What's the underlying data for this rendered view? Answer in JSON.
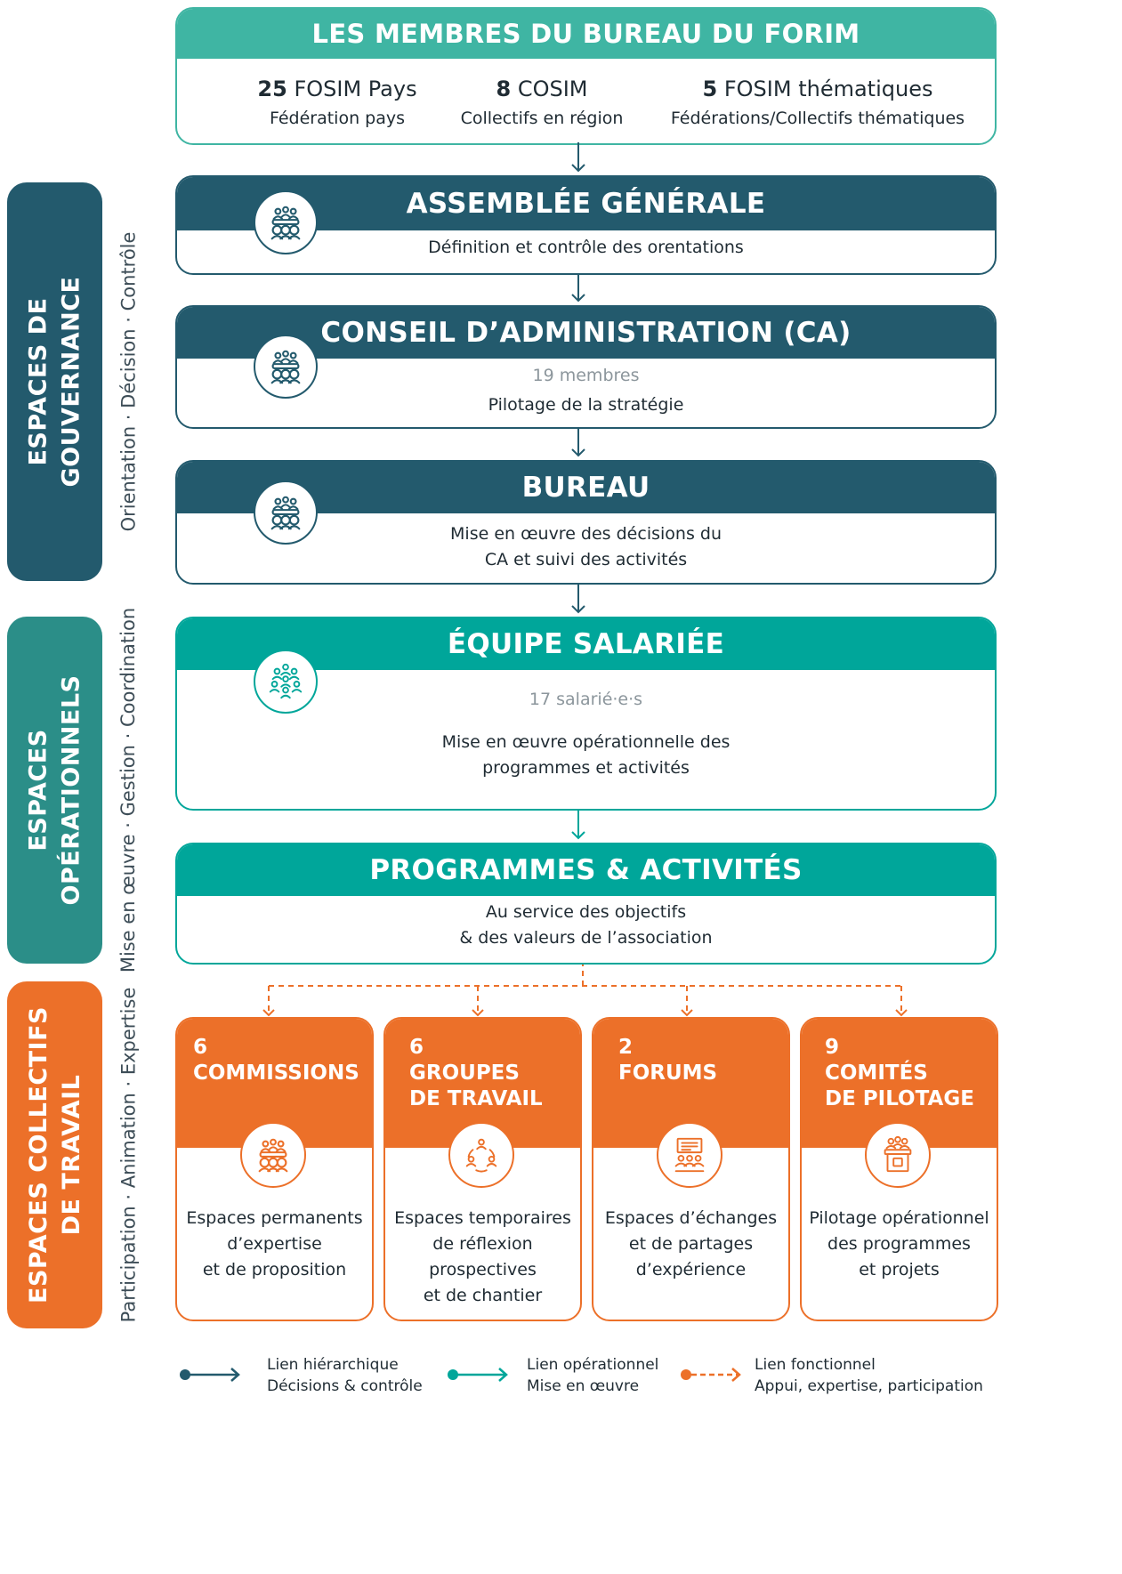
{
  "colors": {
    "governance": "#235a6d",
    "operational": "#00a69a",
    "operational_side": "#2b8e88",
    "collective": "#ec7029",
    "top_header": "#3fb5a3"
  },
  "top": {
    "title": "LES MEMBRES DU BUREAU DU FORIM",
    "members": [
      {
        "count": "25",
        "name": "FOSIM Pays",
        "desc": "Fédération pays"
      },
      {
        "count": "8",
        "name": "COSIM",
        "desc": "Collectifs en région"
      },
      {
        "count": "5",
        "name": "FOSIM thématiques",
        "desc": "Fédérations/Collectifs thématiques"
      }
    ]
  },
  "side": {
    "governance": {
      "line1": "ESPACES DE",
      "line2": "GOUVERNANCE",
      "sub": "Orientation · Décision · Contrôle"
    },
    "operational": {
      "line1": "ESPACES",
      "line2": "OPÉRATIONNELS",
      "sub": "Mise en œuvre · Gestion · Coordination"
    },
    "collective": {
      "line1": "ESPACES COLLECTIFS",
      "line2": "DE TRAVAIL",
      "sub": "Participation · Animation · Expertise"
    }
  },
  "ag": {
    "title": "ASSEMBLÉE GÉNÉRALE",
    "desc": "Définition et contrôle des orentations",
    "icon": "meeting-table-icon"
  },
  "ca": {
    "title": "CONSEIL D’ADMINISTRATION (CA)",
    "count": "19 membres",
    "desc": "Pilotage de la stratégie",
    "icon": "meeting-table-icon"
  },
  "bureau": {
    "title": "BUREAU",
    "desc1": "Mise en œuvre des décisions du",
    "desc2": "CA et suivi des activités",
    "icon": "meeting-table-icon"
  },
  "equipe": {
    "title": "ÉQUIPE SALARIÉE",
    "count": "17 salarié·e·s",
    "desc1": "Mise en œuvre opérationnelle des",
    "desc2": "programmes et activités",
    "icon": "team-icon"
  },
  "programmes": {
    "title": "PROGRAMMES & ACTIVITÉS",
    "desc1": "Au service des objectifs",
    "desc2": "& des valeurs de l’association"
  },
  "cards": [
    {
      "num": "6",
      "title1": "COMMISSIONS",
      "title2": "",
      "icon": "meeting-table-icon",
      "desc": [
        "Espaces permanents",
        "d’expertise",
        "et de proposition"
      ]
    },
    {
      "num": "6",
      "title1": "GROUPES",
      "title2": "DE TRAVAIL",
      "icon": "cycle-people-icon",
      "desc": [
        "Espaces temporaires",
        "de réflexion",
        "prospectives",
        "et de chantier"
      ]
    },
    {
      "num": "2",
      "title1": "FORUMS",
      "title2": "",
      "icon": "presentation-icon",
      "desc": [
        "Espaces d’échanges",
        "et de partages",
        "d’expérience"
      ]
    },
    {
      "num": "9",
      "title1": "COMITÉS",
      "title2": "DE PILOTAGE",
      "icon": "podium-icon",
      "desc": [
        "Pilotage opérationnel",
        "des programmes",
        "et projets"
      ]
    }
  ],
  "legend": [
    {
      "title": "Lien hiérarchique",
      "sub": "Décisions & contrôle",
      "icon": "solid-dark-arrow-icon"
    },
    {
      "title": "Lien opérationnel",
      "sub": "Mise en œuvre",
      "icon": "solid-teal-arrow-icon"
    },
    {
      "title": "Lien fonctionnel",
      "sub": "Appui, expertise, participation",
      "icon": "dashed-orange-arrow-icon"
    }
  ]
}
